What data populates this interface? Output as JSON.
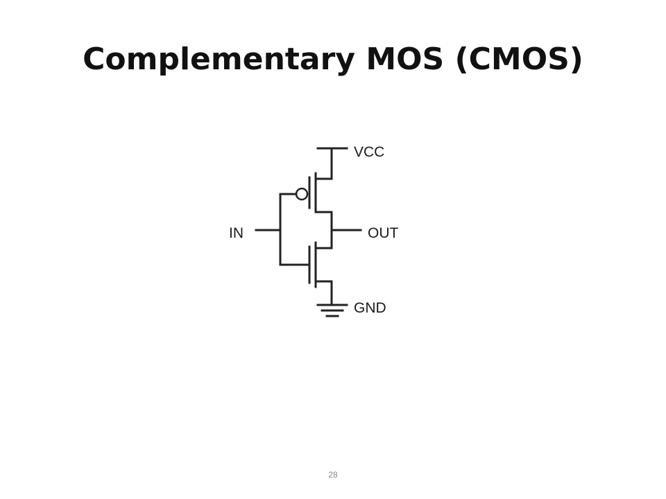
{
  "slide": {
    "title": "Complementary MOS (CMOS)",
    "page_number": "28"
  },
  "diagram": {
    "labels": {
      "supply": "VCC",
      "input": "IN",
      "output": "OUT",
      "ground": "GND"
    }
  }
}
